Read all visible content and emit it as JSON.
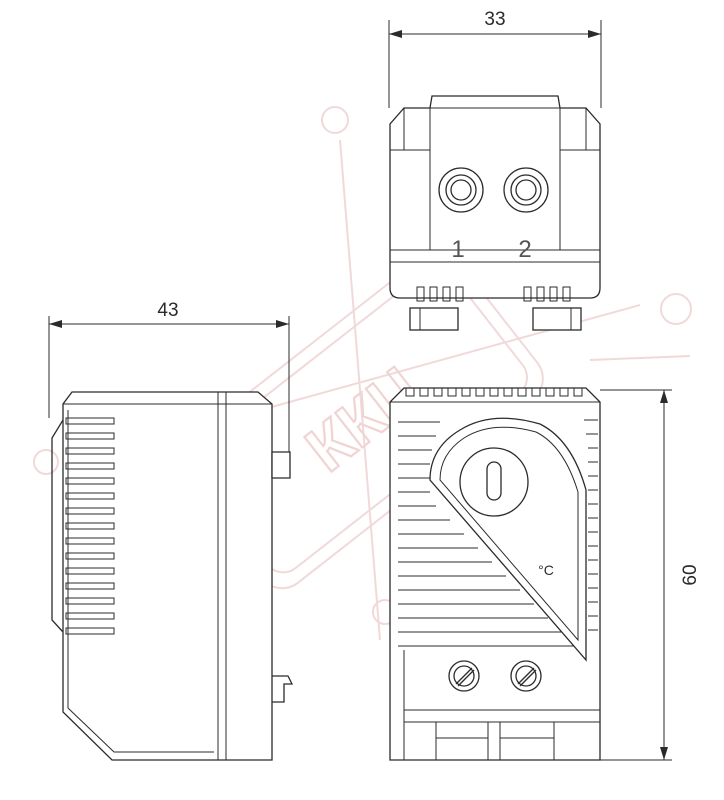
{
  "dimensions": {
    "width_top": "33",
    "width_side": "43",
    "height_front": "60"
  },
  "terminal_labels": [
    "1",
    "2"
  ],
  "unit_label": "°C",
  "watermark": "ККЦ"
}
